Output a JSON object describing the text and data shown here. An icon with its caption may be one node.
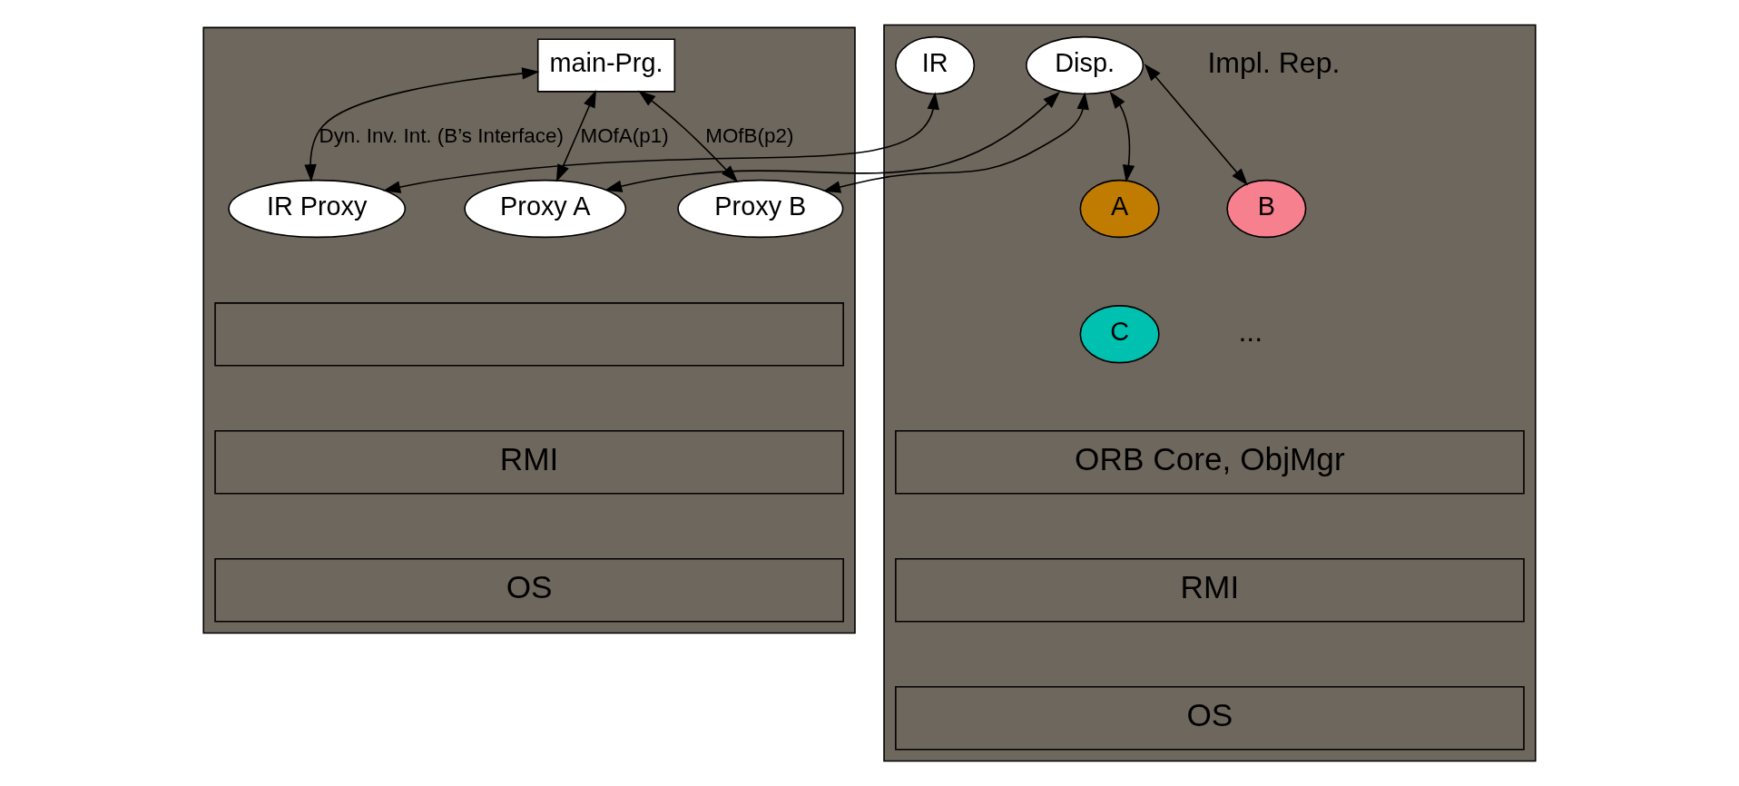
{
  "diagram": {
    "nodes": [
      {
        "text": [],
        "shape": "box"
      },
      {
        "text": [
          "main-Prg."
        ],
        "in": 0
      },
      {
        "text": [
          "IR Proxy"
        ],
        "in": 0
      },
      {
        "text": [
          "Proxy A"
        ],
        "in": 0
      },
      {
        "text": [
          "Proxy B"
        ],
        "in": 0
      },
      {
        "text": [],
        "shape": "bar",
        "in": 0
      },
      {
        "text": [
          "RMI"
        ],
        "in": 0
      },
      {
        "text": [
          "OS"
        ],
        "in": 0
      },
      {
        "text": [],
        "shape": "box"
      },
      {
        "text": [
          "IR"
        ],
        "in": 8
      },
      {
        "text": [
          "Disp."
        ],
        "in": 8
      },
      {
        "text": [
          "A"
        ],
        "in": 8
      },
      {
        "text": [
          "B"
        ],
        "in": 8
      },
      {
        "text": [
          "C"
        ],
        "in": 8
      },
      {
        "text": [
          "ORB Core, ObjMgr"
        ],
        "in": 8
      },
      {
        "text": [
          "RMI"
        ],
        "in": 8
      },
      {
        "text": [
          "OS"
        ],
        "in": 8
      }
    ],
    "edges": [
      {
        "from": 1,
        "to": 2,
        "arrow": "both",
        "label": "Dyn. Inv. Int. (B’s Interface)"
      },
      {
        "from": 1,
        "to": 3,
        "arrow": "both",
        "label": "MOfA(p1)"
      },
      {
        "from": 1,
        "to": 4,
        "arrow": "both",
        "label": "MOfB(p2)"
      },
      {
        "from": 9,
        "to": 2,
        "arrow": "both"
      },
      {
        "from": 10,
        "to": 3,
        "arrow": "both"
      },
      {
        "from": 10,
        "to": 4,
        "arrow": "both"
      },
      {
        "from": 10,
        "to": 11,
        "arrow": "both"
      },
      {
        "from": 10,
        "to": 12,
        "arrow": "both"
      }
    ],
    "labels": [
      "Impl. Rep.",
      "..."
    ]
  }
}
